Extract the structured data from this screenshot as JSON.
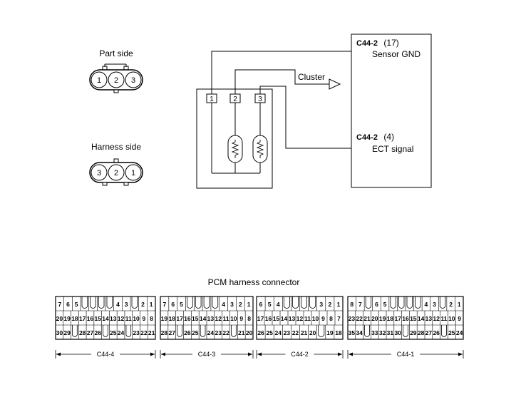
{
  "sensor_views": {
    "part_side_label": "Part side",
    "part_side_pins": [
      "1",
      "2",
      "3"
    ],
    "harness_side_label": "Harness side",
    "harness_side_pins": [
      "3",
      "2",
      "1"
    ]
  },
  "sensor": {
    "terminals": [
      "1",
      "2",
      "3"
    ]
  },
  "cluster_label": "Cluster",
  "pcm": {
    "pin_17": {
      "connector": "C44-2",
      "pin": "(17)",
      "signal": "Sensor GND"
    },
    "pin_4": {
      "connector": "C44-2",
      "pin": "(4)",
      "signal": "ECT signal"
    }
  },
  "harness": {
    "title": "PCM harness connector",
    "connectors": [
      {
        "name": "C44-4",
        "row1": [
          "7",
          "6",
          "5",
          "",
          "",
          "",
          "",
          "4",
          "3",
          "",
          "2",
          "1"
        ],
        "row2": [
          "20",
          "19",
          "18",
          "17",
          "16",
          "15",
          "14",
          "13",
          "12",
          "11",
          "10",
          "9",
          "8"
        ],
        "row3": [
          "30",
          "29",
          "",
          "28",
          "27",
          "26",
          "",
          "25",
          "24",
          "",
          "23",
          "22",
          "21"
        ]
      },
      {
        "name": "C44-3",
        "row1": [
          "7",
          "6",
          "5",
          "",
          "",
          "",
          "",
          "4",
          "3",
          "2",
          "1"
        ],
        "row2": [
          "19",
          "18",
          "17",
          "16",
          "15",
          "14",
          "13",
          "12",
          "11",
          "10",
          "9",
          "8"
        ],
        "row3": [
          "28",
          "27",
          "",
          "26",
          "25",
          "",
          "24",
          "23",
          "22",
          "",
          "21",
          "20"
        ]
      },
      {
        "name": "C44-2",
        "row1": [
          "6",
          "5",
          "4",
          "",
          "",
          "",
          "",
          "3",
          "2",
          "1"
        ],
        "row2": [
          "17",
          "16",
          "15",
          "14",
          "13",
          "12",
          "11",
          "10",
          "9",
          "8",
          "7"
        ],
        "row3": [
          "26",
          "25",
          "24",
          "23",
          "22",
          "21",
          "20",
          "",
          "19",
          "18"
        ]
      },
      {
        "name": "C44-1",
        "row1": [
          "8",
          "7",
          "",
          "6",
          "5",
          "",
          "",
          "",
          "",
          "4",
          "3",
          "",
          "2",
          "1"
        ],
        "row2": [
          "23",
          "22",
          "21",
          "20",
          "19",
          "18",
          "17",
          "16",
          "15",
          "14",
          "13",
          "12",
          "11",
          "10",
          "9"
        ],
        "row3": [
          "35",
          "34",
          "",
          "33",
          "32",
          "31",
          "30",
          "",
          "29",
          "28",
          "27",
          "26",
          "",
          "25",
          "24"
        ]
      }
    ]
  }
}
